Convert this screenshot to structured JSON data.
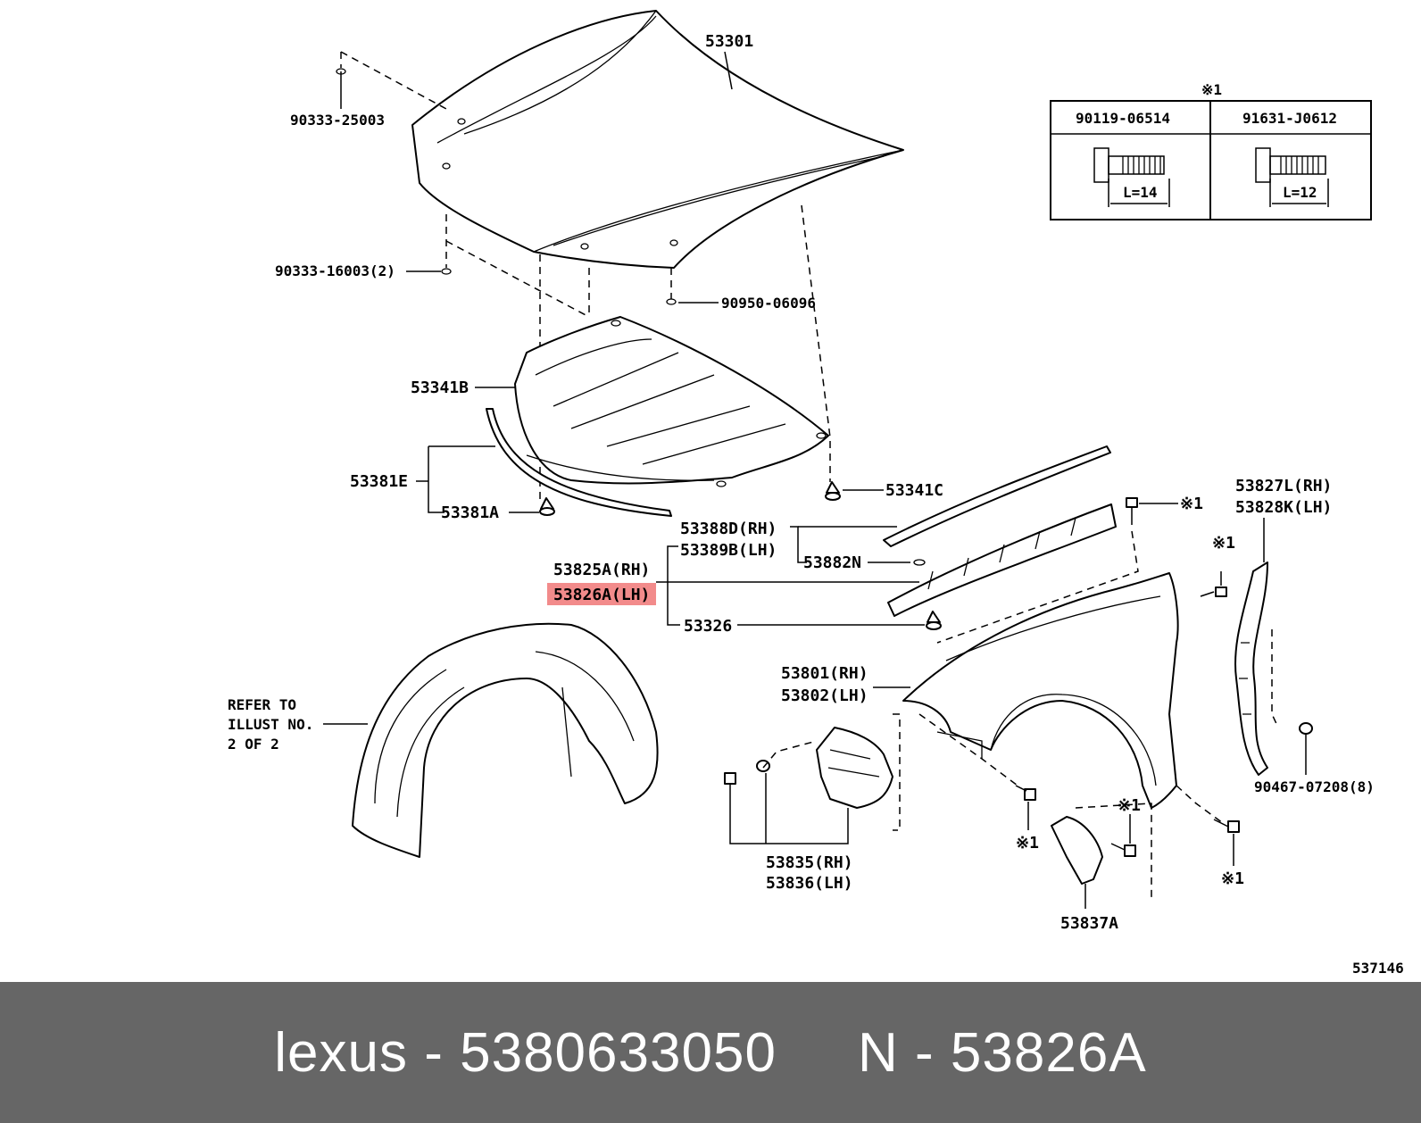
{
  "diagram": {
    "labels": {
      "hood": "53301",
      "bolt_top": "90333-25003",
      "cushion": "90333-16003(2)",
      "clip_hood": "90950-06096",
      "insulator": "53341B",
      "clip_insulator": "53341C",
      "seal_set": "53381E",
      "seal_clip": "53381A",
      "seal_rh": "53388D(RH)",
      "seal_lh": "53389B(LH)",
      "clip_seal": "53882N",
      "bracket_rh": "53825A(RH)",
      "bracket_lh": "53826A(LH)",
      "clip_bracket": "53326",
      "refer_line1": "REFER TO",
      "refer_line2": "ILLUST NO.",
      "refer_line3": "2 OF 2",
      "fender_rh": "53801(RH)",
      "fender_lh": "53802(LH)",
      "fender_seal_rh": "53827L(RH)",
      "fender_seal_lh": "53828K(LH)",
      "screw_fender": "90467-07208(8)",
      "brace_rh": "53835(RH)",
      "brace_lh": "53836(LH)",
      "brace_lower": "53837A",
      "note_mark": "※1",
      "diagram_id": "537146"
    },
    "bolt_table": {
      "note_mark": "※1",
      "columns": [
        {
          "part": "90119-06514",
          "length": "L=14"
        },
        {
          "part": "91631-J0612",
          "length": "L=12"
        }
      ]
    },
    "highlight_color": "#f28b8b"
  },
  "footer": {
    "brand": "lexus",
    "part_number": "5380633050",
    "ref": "N - 53826A",
    "text": "lexus - 5380633050     N - 53826A"
  }
}
